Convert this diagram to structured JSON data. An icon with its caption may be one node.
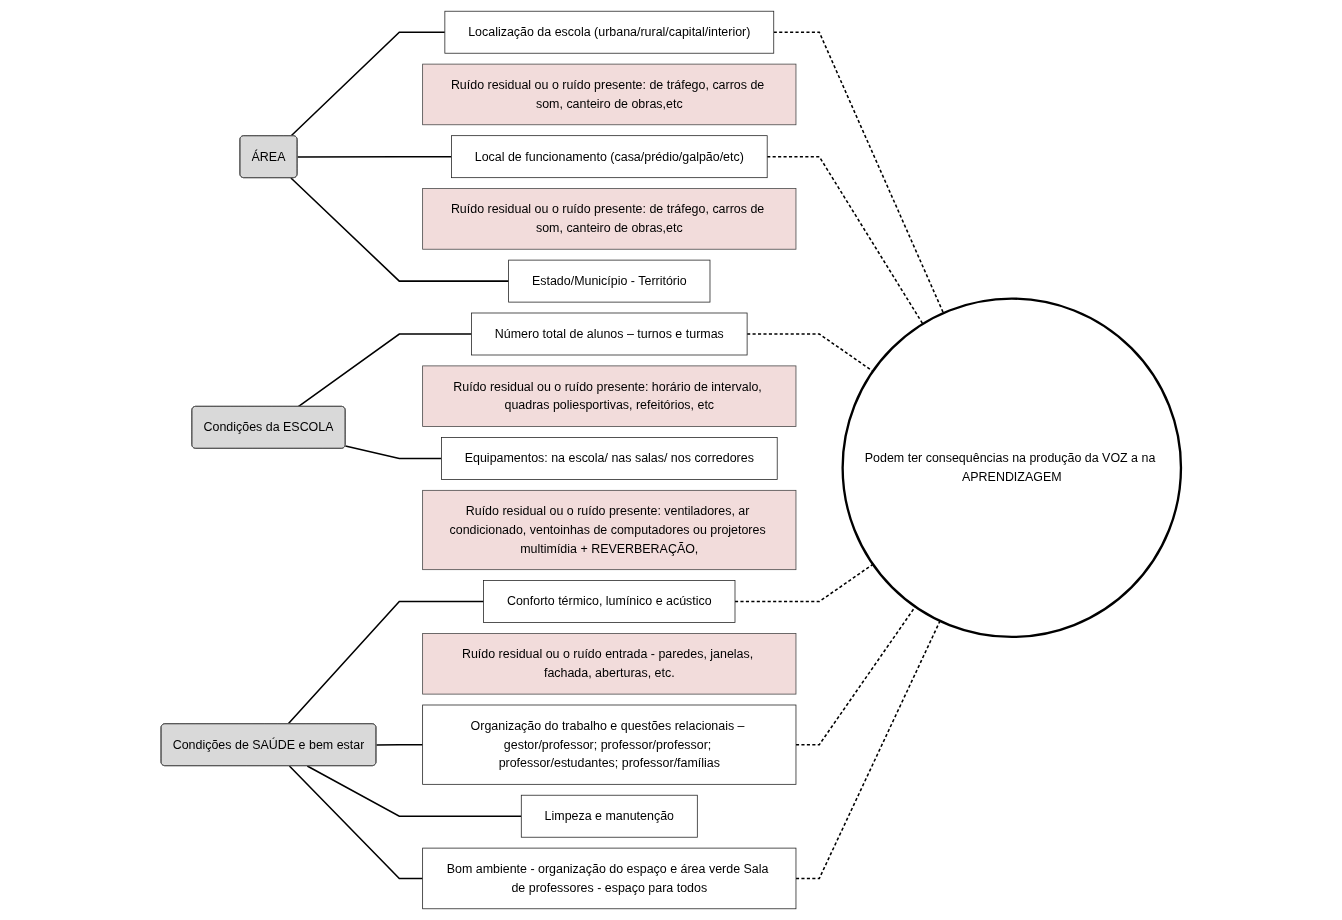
{
  "diagram": {
    "nodes": [
      {
        "text": [
          "ÁREA"
        ]
      },
      {
        "text": [
          "Localização da escola (urbana/rural/capital/interior)"
        ]
      },
      {
        "text": [
          "Ruído residual ou o ruído presente: de tráfego, carros de som, canteiro de obras,etc"
        ]
      },
      {
        "text": [
          "Local de funcionamento (casa/prédio/galpão/etc)"
        ]
      },
      {
        "text": [
          "Ruído residual ou o ruído presente: de tráfego, carros de som, canteiro de obras,etc"
        ]
      },
      {
        "text": [
          "Estado/Município - Território"
        ]
      },
      {
        "text": [
          "Condições da ESCOLA"
        ]
      },
      {
        "text": [
          "Número total de alunos – turnos e turmas"
        ]
      },
      {
        "text": [
          "Ruído residual ou o ruído presente: horário de intervalo, quadras poliesportivas, refeitórios, etc"
        ]
      },
      {
        "text": [
          "Equipamentos: na escola/ nas salas/ nos corredores"
        ]
      },
      {
        "text": [
          "Ruído residual ou o ruído presente: ventiladores, ar condicionado, ventoinhas de computadores ou projetores multimídia + REVERBERAÇÃO,"
        ]
      },
      {
        "text": [
          "Condições de SAÚDE e bem estar"
        ]
      },
      {
        "text": [
          "Conforto térmico, lumínico e acústico"
        ]
      },
      {
        "text": [
          "Ruído residual ou o ruído entrada - paredes, janelas, fachada, aberturas, etc."
        ]
      },
      {
        "text": [
          "Organização do trabalho e questões relacionais – gestor/professor; professor/professor; professor/estudantes; professor/famílias"
        ]
      },
      {
        "text": [
          "Limpeza e manutenção"
        ]
      },
      {
        "text": [
          "Bom ambiente - organização do espaço e área verde Sala de professores - espaço para todos"
        ]
      },
      {
        "text": [
          "Podem ter consequências na produção da VOZ a na APRENDIZAGEM"
        ]
      }
    ],
    "edges": [
      {
        "from": 0,
        "to": 1,
        "arrow": "none"
      },
      {
        "from": 0,
        "to": 3,
        "arrow": "none"
      },
      {
        "from": 0,
        "to": 5,
        "arrow": "none"
      },
      {
        "from": 6,
        "to": 7,
        "arrow": "none"
      },
      {
        "from": 6,
        "to": 9,
        "arrow": "none"
      },
      {
        "from": 11,
        "to": 12,
        "arrow": "none"
      },
      {
        "from": 11,
        "to": 14,
        "arrow": "none"
      },
      {
        "from": 11,
        "to": 15,
        "arrow": "none"
      },
      {
        "from": 11,
        "to": 16,
        "arrow": "none"
      },
      {
        "from": 1,
        "to": 17,
        "arrow": "none",
        "style": "dashed"
      },
      {
        "from": 3,
        "to": 17,
        "arrow": "none",
        "style": "dashed"
      },
      {
        "from": 7,
        "to": 17,
        "arrow": "none",
        "style": "dashed"
      },
      {
        "from": 12,
        "to": 17,
        "arrow": "none",
        "style": "dashed"
      },
      {
        "from": 14,
        "to": 17,
        "arrow": "none",
        "style": "dashed"
      },
      {
        "from": 16,
        "to": 17,
        "arrow": "none",
        "style": "dashed"
      }
    ]
  }
}
